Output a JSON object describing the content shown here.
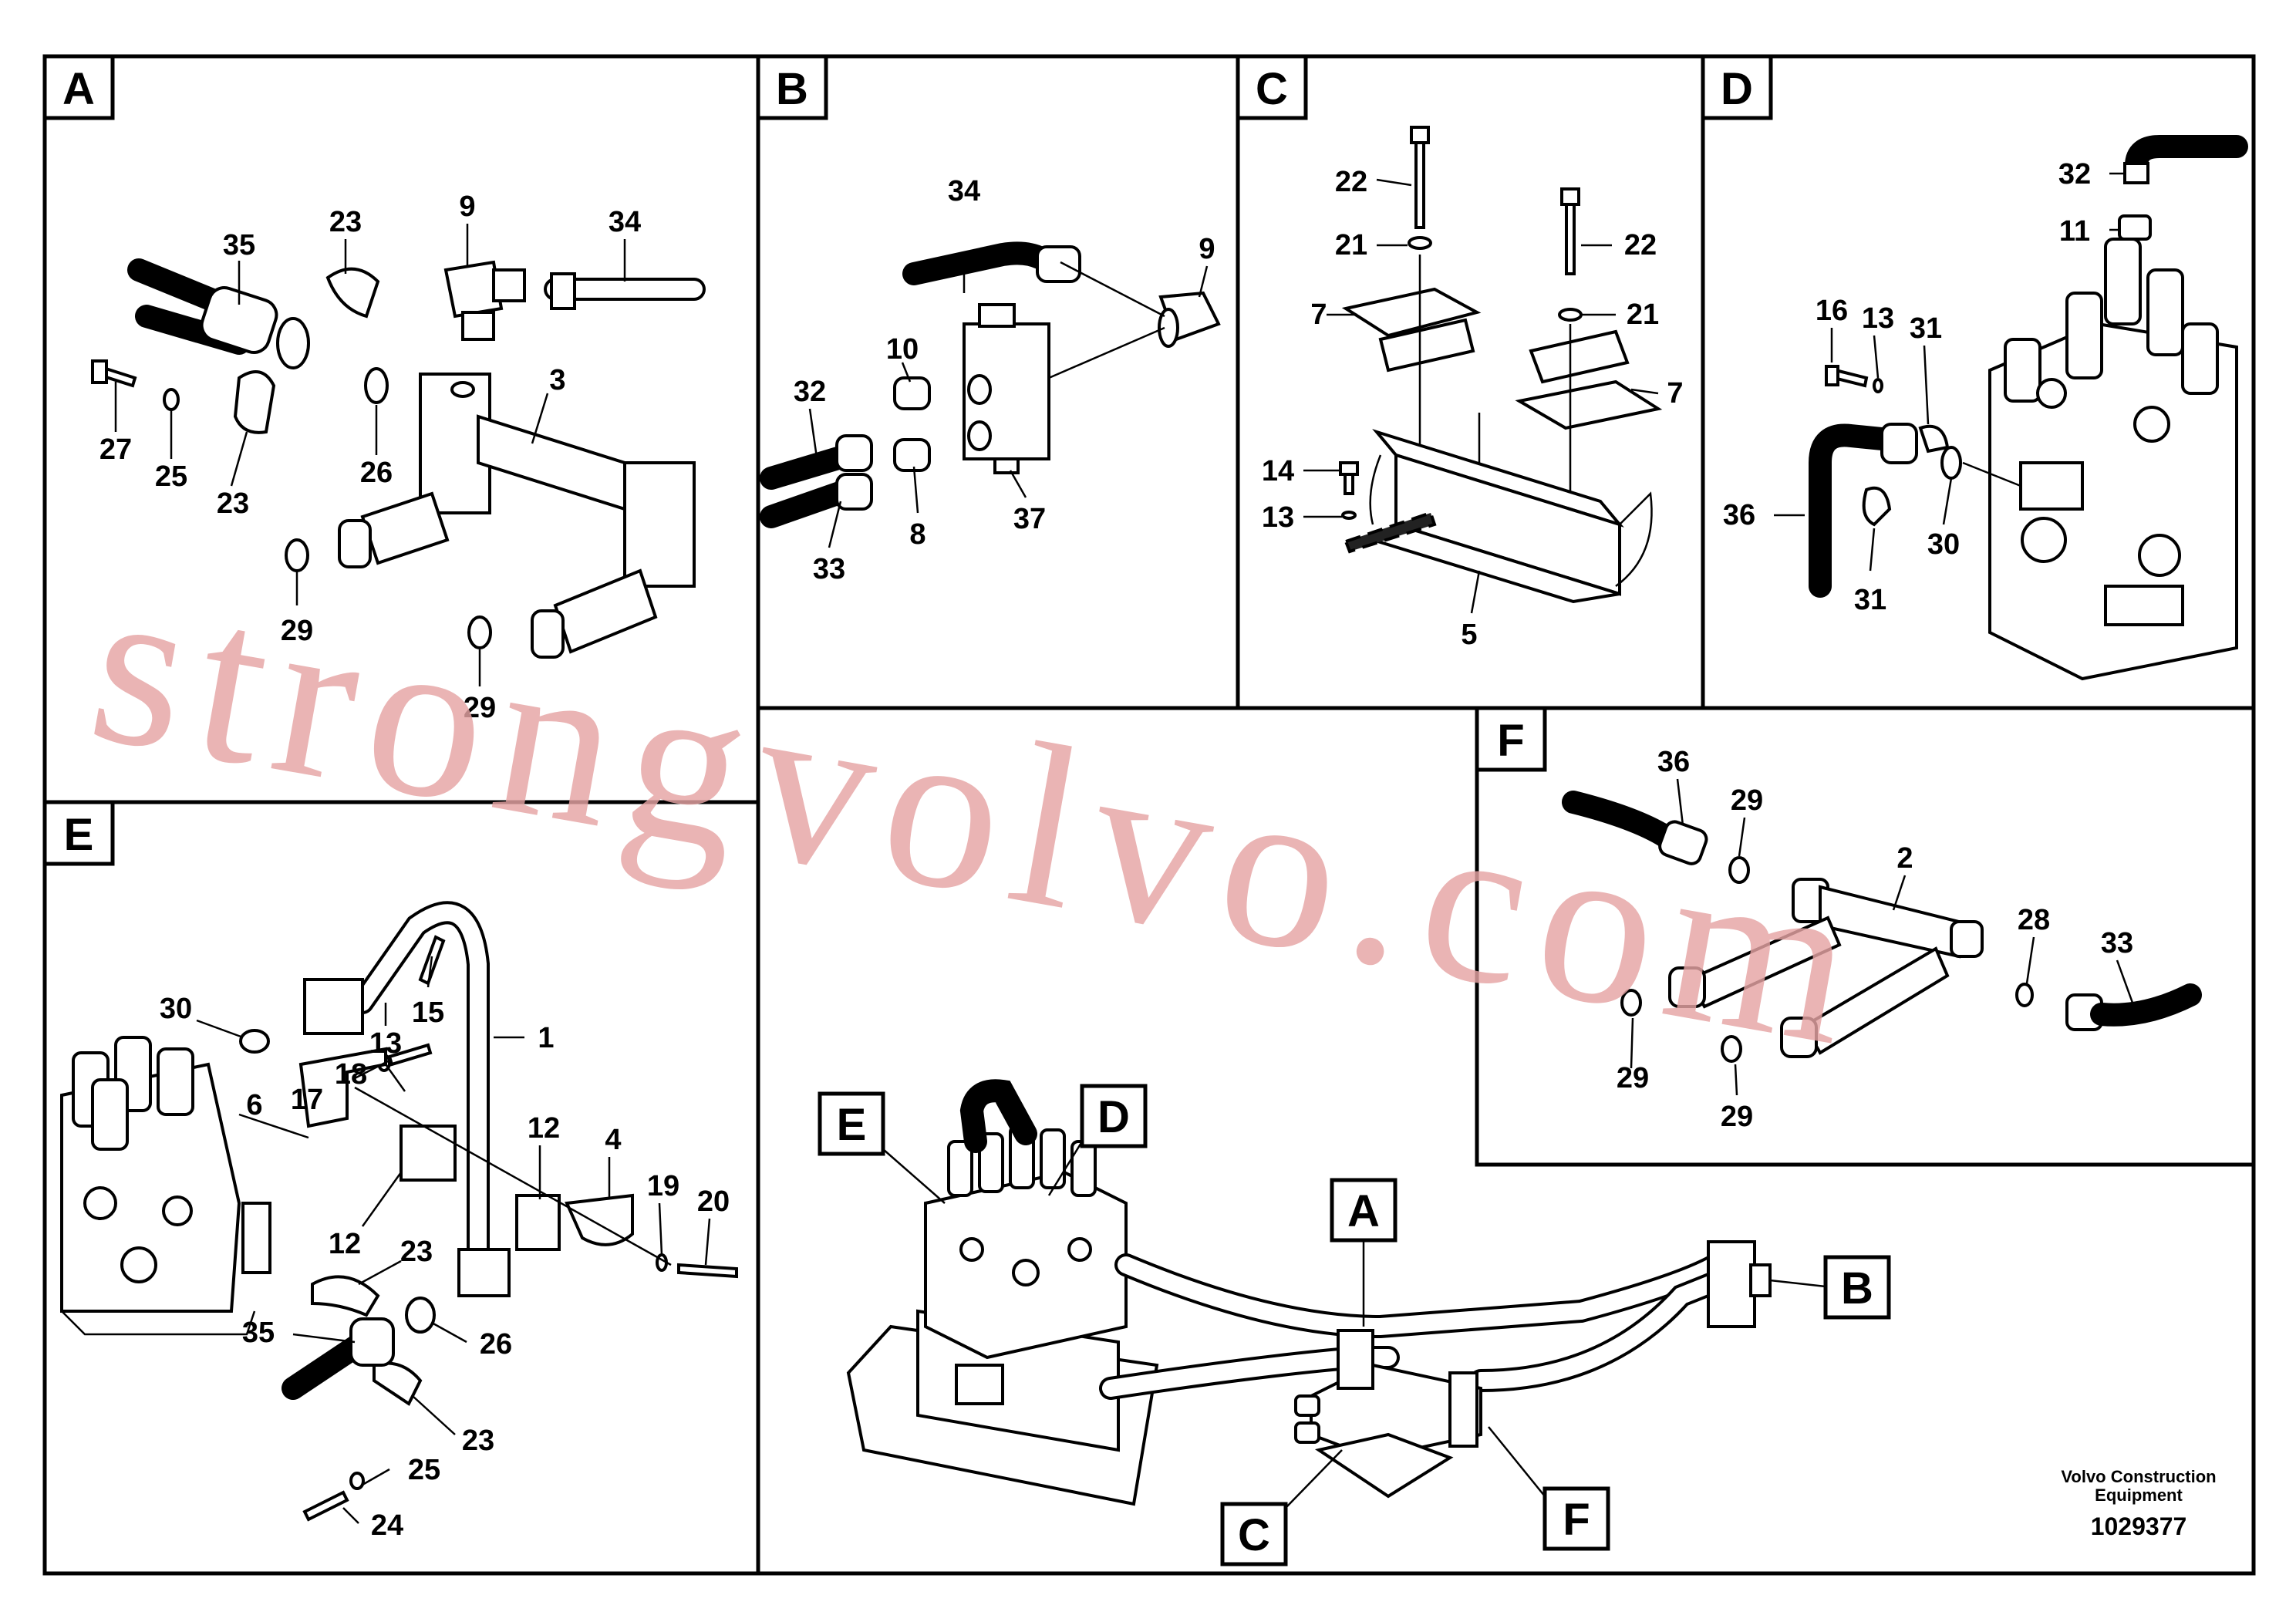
{
  "panels": {
    "a": {
      "letter": "A",
      "labels": [
        "35",
        "23",
        "9",
        "34",
        "3",
        "27",
        "25",
        "23",
        "26",
        "29",
        "29"
      ]
    },
    "b": {
      "letter": "B",
      "labels": [
        "34",
        "9",
        "10",
        "32",
        "33",
        "8",
        "37"
      ]
    },
    "c": {
      "letter": "C",
      "labels": [
        "22",
        "21",
        "7",
        "22",
        "21",
        "7",
        "14",
        "13",
        "5"
      ]
    },
    "d": {
      "letter": "D",
      "labels": [
        "32",
        "11",
        "16",
        "13",
        "31",
        "36",
        "30",
        "31"
      ]
    },
    "e": {
      "letter": "E",
      "labels": [
        "30",
        "13",
        "15",
        "1",
        "18",
        "17",
        "6",
        "12",
        "4",
        "19",
        "20",
        "12",
        "23",
        "35",
        "26",
        "23",
        "25",
        "24"
      ]
    },
    "f": {
      "letter": "F",
      "labels": [
        "36",
        "29",
        "2",
        "28",
        "33",
        "29",
        "29"
      ]
    }
  },
  "overview": {
    "callouts": [
      "E",
      "D",
      "A",
      "B",
      "C",
      "F"
    ]
  },
  "footer": {
    "company_line1": "Volvo Construction",
    "company_line2": "Equipment",
    "doc_number": "1029377"
  },
  "watermark": {
    "text": "strongvolvo.com",
    "color": "#e5a3a3"
  },
  "colors": {
    "line": "#000000",
    "background": "#ffffff"
  }
}
